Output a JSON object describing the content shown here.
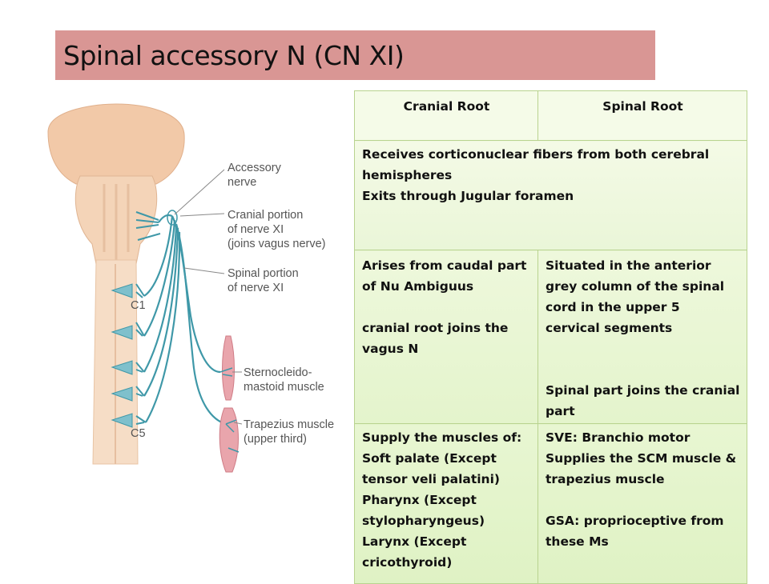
{
  "slide": {
    "title": "Spinal accessory N (CN XI)"
  },
  "figure": {
    "labels": {
      "accessory_nerve": [
        "Accessory",
        "nerve"
      ],
      "cranial_portion": [
        "Cranial portion",
        "of nerve XI",
        "(joins vagus nerve)"
      ],
      "spinal_portion": [
        "Spinal portion",
        "of nerve XI"
      ],
      "c1": "C1",
      "c5": "C5",
      "scm": [
        "Sternocleido-",
        "mastoid muscle"
      ],
      "trapezius": [
        "Trapezius muscle",
        "(upper third)"
      ]
    },
    "colors": {
      "brain": "#f2c9a8",
      "spinal_cord": "#f6ddc6",
      "nerve": "#3f98a8",
      "muscle": "#e9a5ac"
    }
  },
  "table": {
    "header": {
      "cranial": "Cranial  Root",
      "spinal": "Spinal Root"
    },
    "common_lines": [
      "Receives corticonuclear fibers from both cerebral",
      "hemispheres",
      "Exits through Jugular foramen"
    ],
    "origin": {
      "cranial_lines": [
        "Arises from caudal part",
        "of Nu Ambiguus",
        "",
        "cranial root joins the",
        "vagus N"
      ],
      "spinal_lines": [
        "Situated in the anterior",
        "grey column of the spinal",
        "cord  in the upper 5",
        "cervical segments",
        "",
        "",
        "Spinal part joins the cranial",
        "part"
      ]
    },
    "supply": {
      "cranial_lines": [
        "Supply the muscles of:",
        "Soft palate (Except",
        "tensor veli palatini)",
        "Pharynx (Except",
        "stylopharyngeus)",
        "Larynx (Except",
        "cricothyroid)"
      ],
      "spinal_lines": [
        "SVE: Branchio motor",
        "Supplies the SCM muscle &",
        "trapezius muscle",
        "",
        "GSA: proprioceptive  from",
        "these Ms"
      ]
    }
  }
}
